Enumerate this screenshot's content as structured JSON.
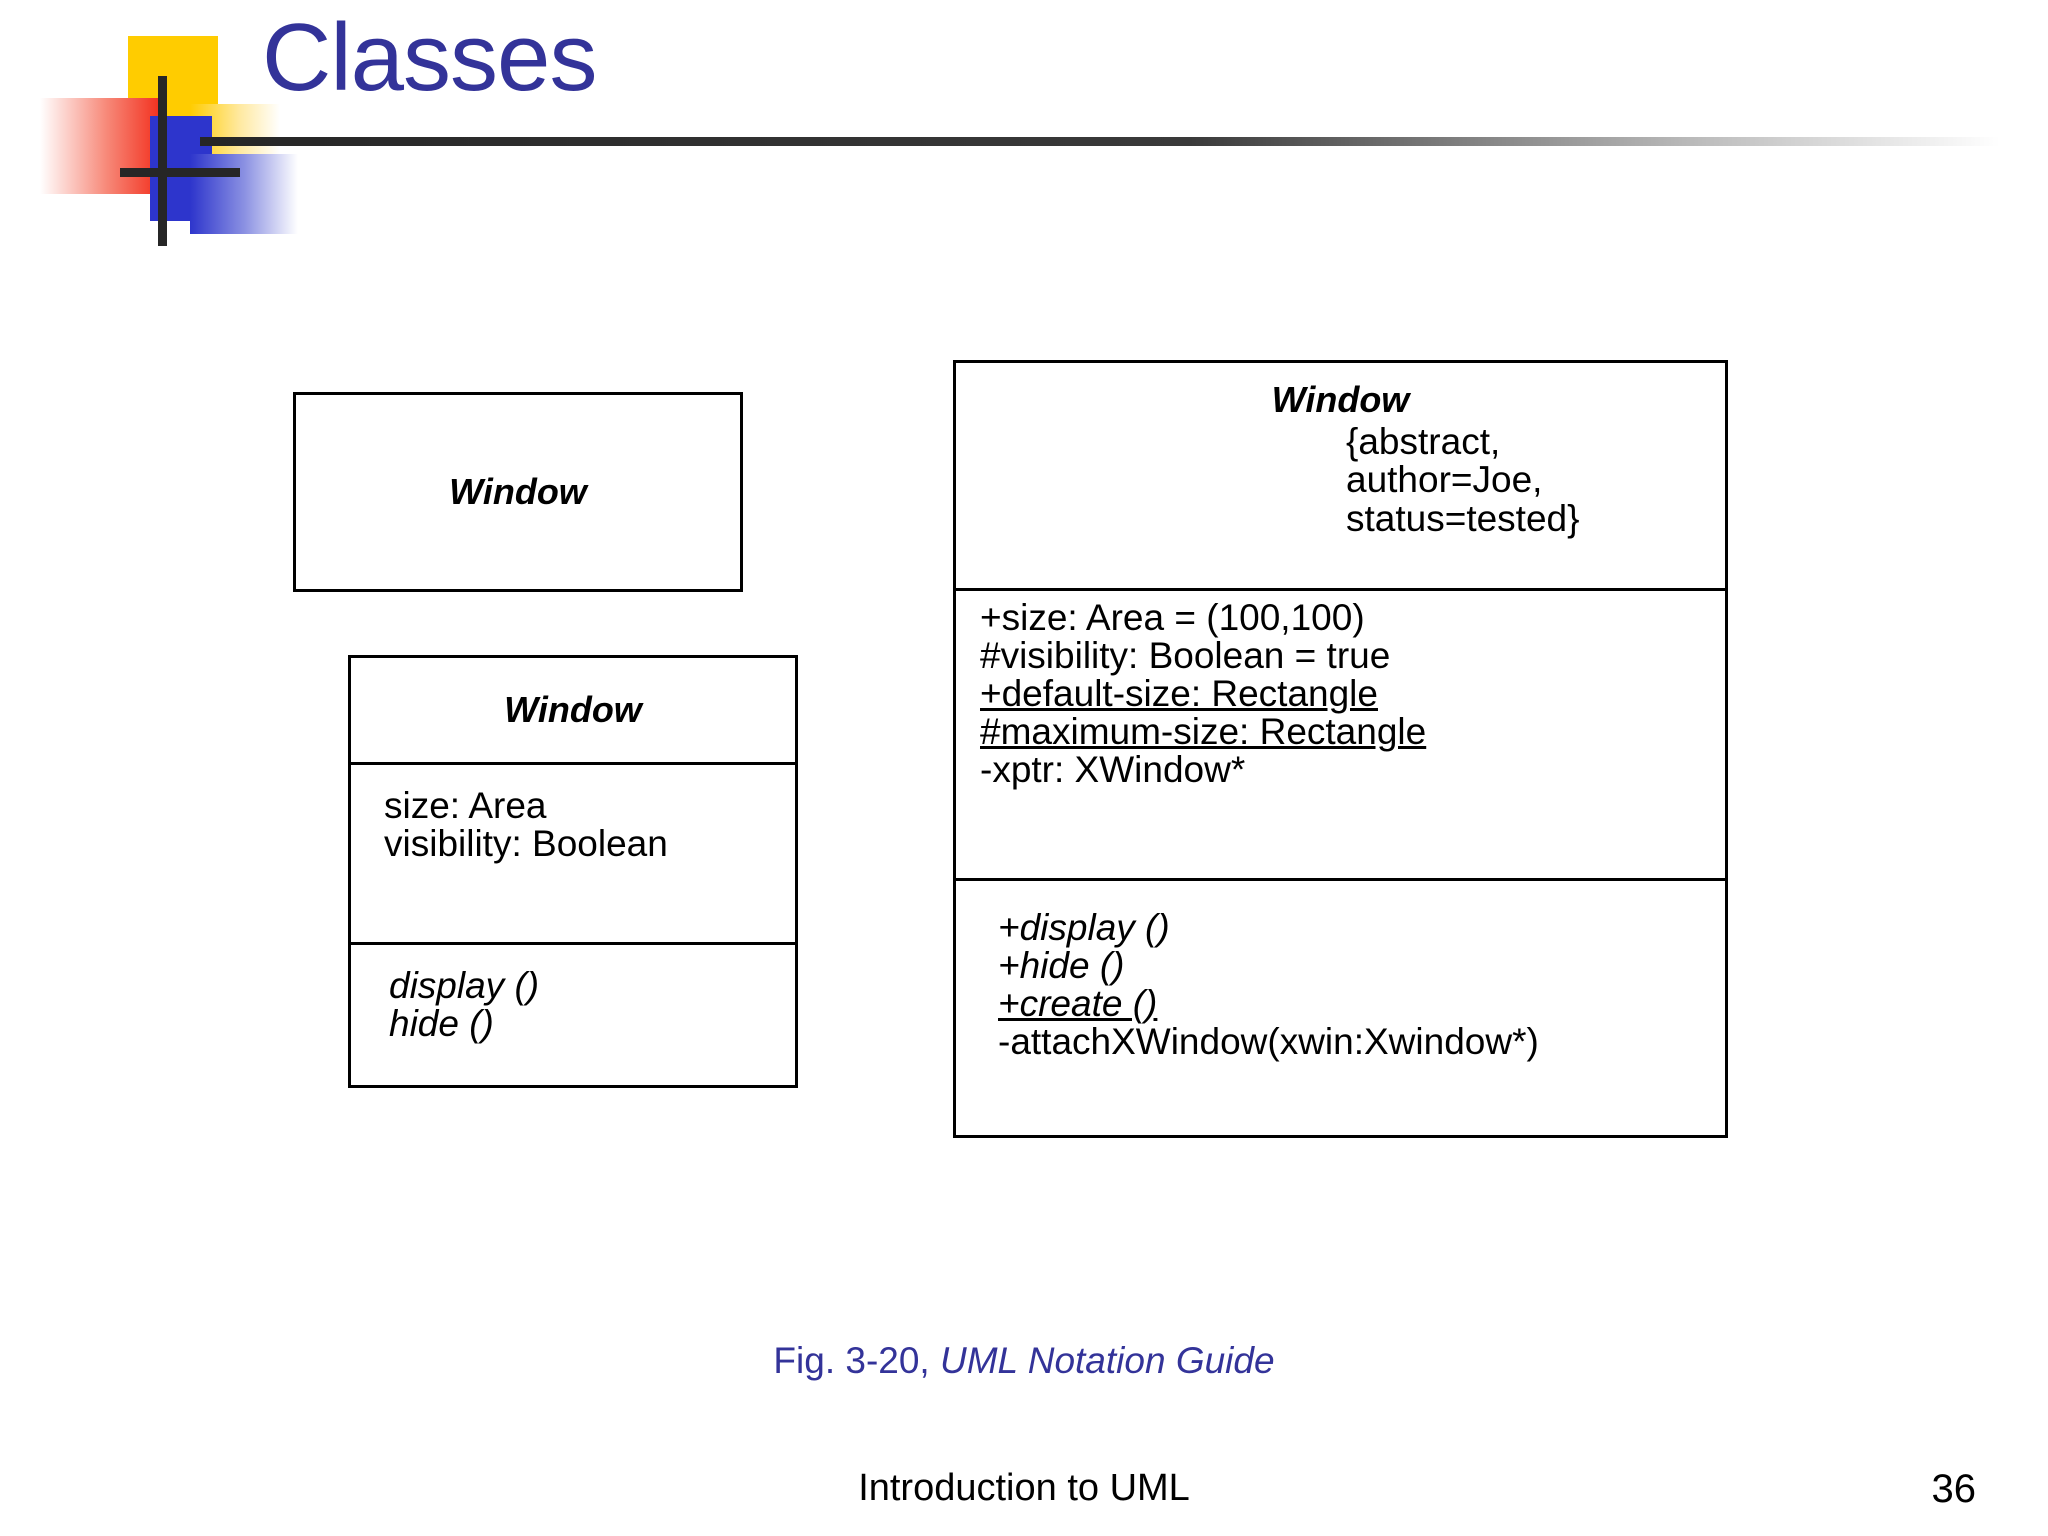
{
  "slide": {
    "title": "Classes",
    "title_color": "#333399",
    "logo_colors": {
      "yellow": "#FFCC00",
      "red": "#F22D1B",
      "blue": "#2D35CC",
      "cross": "#262626"
    }
  },
  "diagram": {
    "simple_box": {
      "class_name": "Window"
    },
    "three_compartment_box": {
      "class_name": "Window",
      "attributes": [
        {
          "text": "size: Area",
          "italic": false,
          "underline": false
        },
        {
          "text": "visibility: Boolean",
          "italic": false,
          "underline": false
        }
      ],
      "operations": [
        {
          "text": "display ()",
          "italic": true,
          "underline": false
        },
        {
          "text": "hide ()",
          "italic": true,
          "underline": false
        }
      ]
    },
    "detailed_box": {
      "class_name": "Window",
      "tagged_values": [
        "{abstract,",
        "author=Joe,",
        "status=tested}"
      ],
      "attributes": [
        {
          "text": "+size: Area = (100,100)",
          "italic": false,
          "underline": false
        },
        {
          "text": "#visibility: Boolean = true",
          "italic": false,
          "underline": false
        },
        {
          "text": "+default-size: Rectangle",
          "italic": false,
          "underline": true
        },
        {
          "text": "#maximum-size: Rectangle",
          "italic": false,
          "underline": true
        },
        {
          "text": "-xptr: XWindow*",
          "italic": false,
          "underline": false
        }
      ],
      "operations": [
        {
          "text": "+display ()",
          "italic": true,
          "underline": false
        },
        {
          "text": "+hide ()",
          "italic": true,
          "underline": false
        },
        {
          "text": "+create ()",
          "italic": true,
          "underline": true
        },
        {
          "text": "-attachXWindow(xwin:Xwindow*)",
          "italic": false,
          "underline": false
        }
      ]
    }
  },
  "caption": {
    "prefix": "Fig. 3-20, ",
    "source": "UML Notation Guide"
  },
  "footer": {
    "deck_title": "Introduction to UML",
    "page_number": "36"
  }
}
